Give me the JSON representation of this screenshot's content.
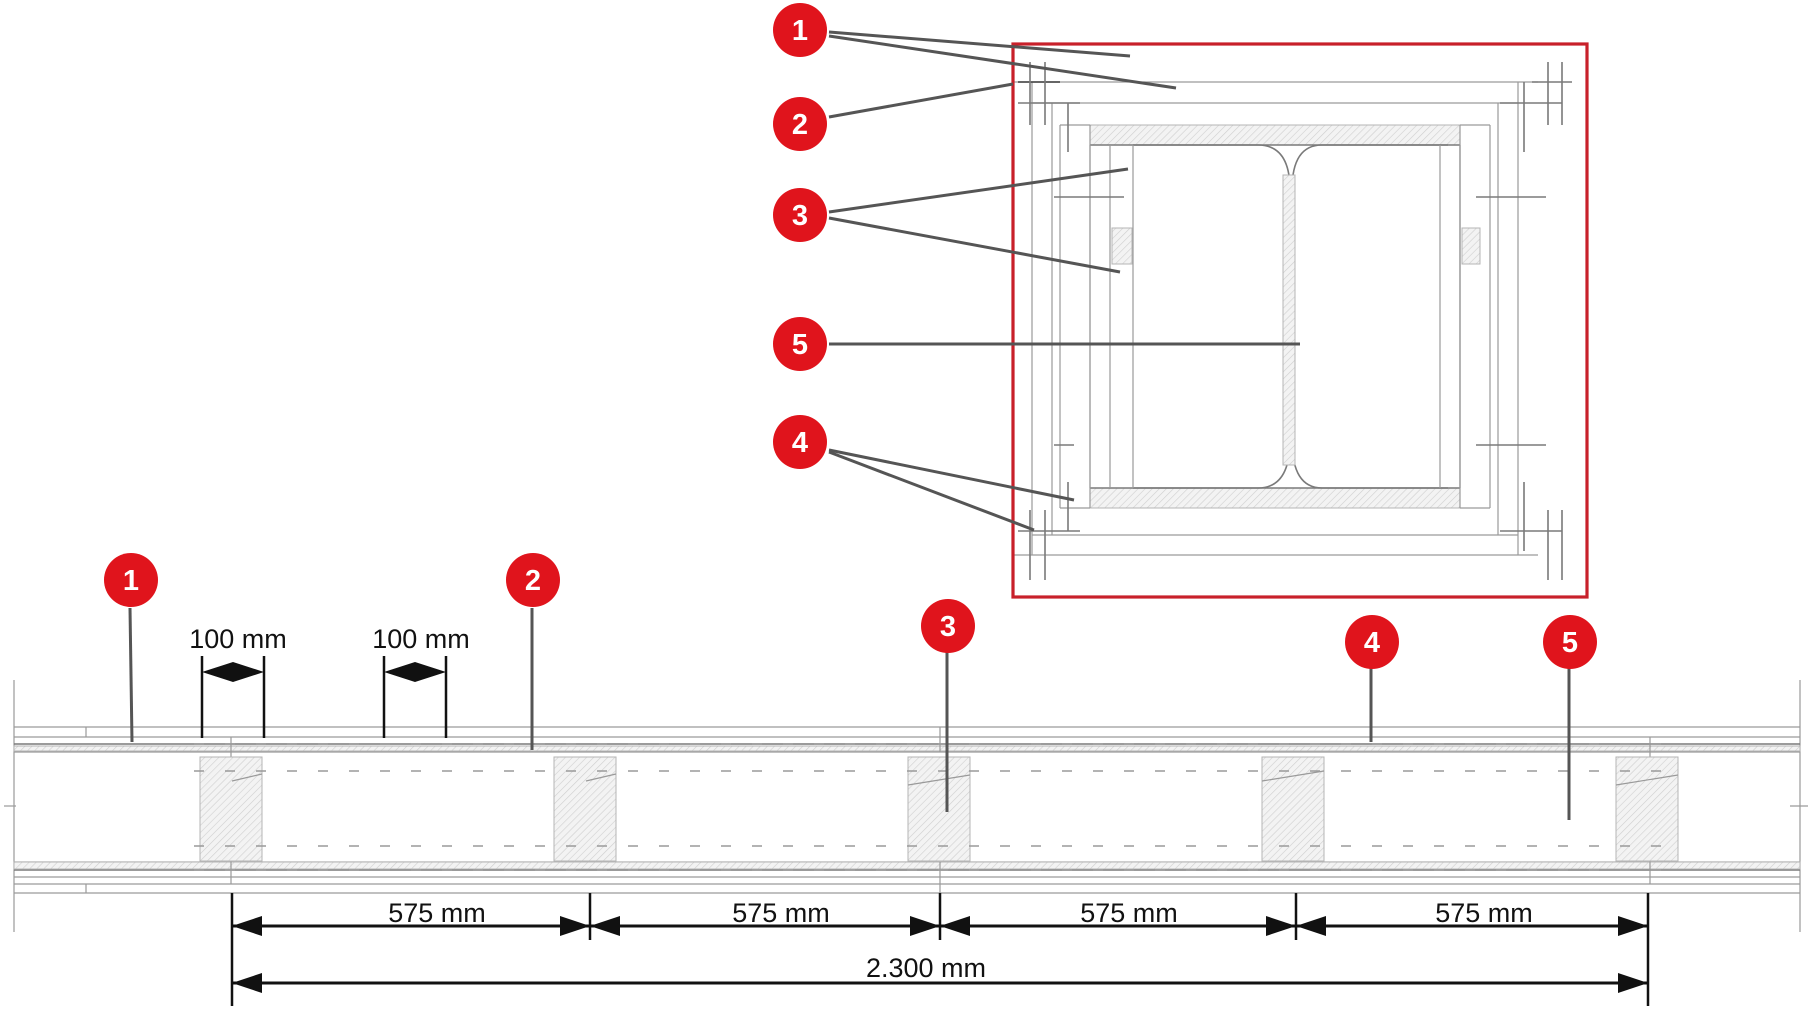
{
  "colors": {
    "badge": "#e0141c",
    "detail_frame": "#c8202a",
    "line": "#111111",
    "leader": "#555555"
  },
  "detail": {
    "badges": [
      {
        "num": "1"
      },
      {
        "num": "2"
      },
      {
        "num": "3"
      },
      {
        "num": "5"
      },
      {
        "num": "4"
      }
    ]
  },
  "beam": {
    "badges": [
      {
        "num": "1"
      },
      {
        "num": "2"
      },
      {
        "num": "3"
      },
      {
        "num": "4"
      },
      {
        "num": "5"
      }
    ],
    "spacing_labels": [
      "100 mm",
      "100 mm"
    ],
    "segment_labels": [
      "575 mm",
      "575 mm",
      "575 mm",
      "575 mm"
    ],
    "total_label": "2.300 mm"
  }
}
